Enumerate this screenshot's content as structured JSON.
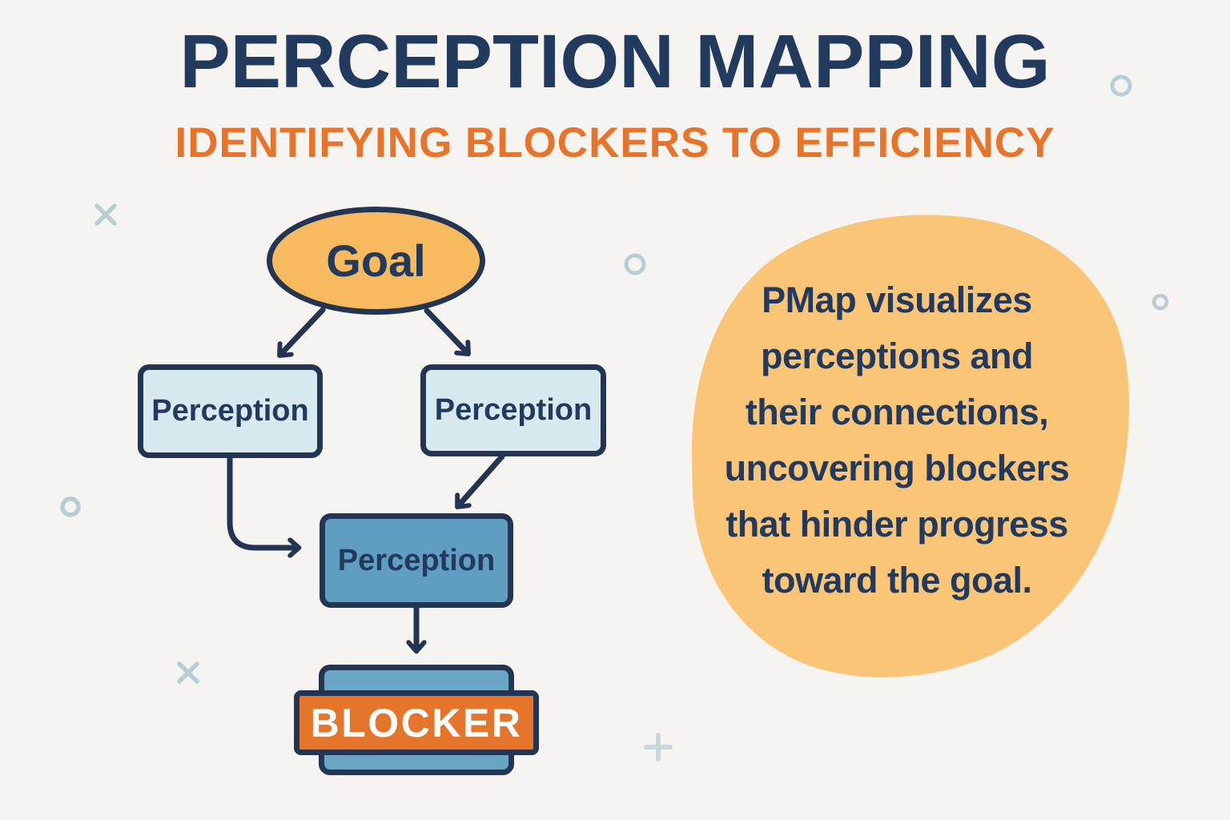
{
  "header": {
    "title": "PERCEPTION MAPPING",
    "subtitle": "IDENTIFYING BLOCKERS TO EFFICIENCY"
  },
  "diagram": {
    "nodes": [
      {
        "id": "goal",
        "label": "Goal",
        "shape": "ellipse"
      },
      {
        "id": "perception-left",
        "label": "Perception",
        "shape": "rounded-rect"
      },
      {
        "id": "perception-right",
        "label": "Perception",
        "shape": "rounded-rect"
      },
      {
        "id": "perception-merge",
        "label": "Perception",
        "shape": "rounded-rect"
      },
      {
        "id": "blocker",
        "label": "BLOCKER",
        "shape": "banner"
      }
    ],
    "edges": [
      {
        "from": "goal",
        "to": "perception-left"
      },
      {
        "from": "goal",
        "to": "perception-right"
      },
      {
        "from": "perception-left",
        "to": "perception-merge"
      },
      {
        "from": "perception-right",
        "to": "perception-merge"
      },
      {
        "from": "perception-merge",
        "to": "blocker"
      }
    ]
  },
  "callout": {
    "lines": [
      "PMap visualizes",
      "perceptions and",
      "their connections,",
      "uncovering blockers",
      "that hinder progress",
      "toward the goal."
    ]
  },
  "colors": {
    "navy": "#233553",
    "text-navy": "#223A5E",
    "orange": "#E7742A",
    "amber": "#F8BA5F",
    "blob": "#FBC577",
    "light-blue": "#D8E9F0",
    "mid-blue": "#5F9EC0",
    "mid-blue-light": "#6AA6C5",
    "blocker-orange": "#E6752C",
    "bg": "#F6F4F0",
    "deco": "#B9CDD4",
    "deco-light": "#C9D6DB",
    "white": "#FFFFFF"
  }
}
